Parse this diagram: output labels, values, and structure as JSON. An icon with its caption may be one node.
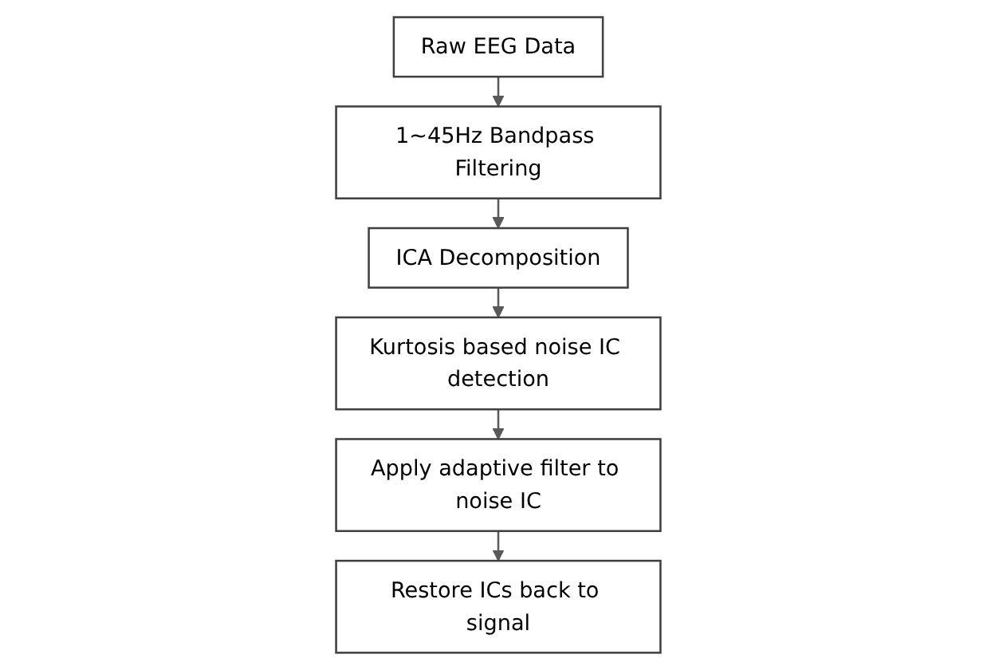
{
  "diagram": {
    "nodes": [
      {
        "text": [
          "Raw EEG Data"
        ]
      },
      {
        "text": [
          "1~45Hz Bandpass Filtering"
        ]
      },
      {
        "text": [
          "ICA Decomposition"
        ]
      },
      {
        "text": [
          "Kurtosis based noise IC detection"
        ]
      },
      {
        "text": [
          "Apply adaptive filter to noise IC"
        ]
      },
      {
        "text": [
          "Restore ICs back to signal"
        ]
      }
    ],
    "edges": [
      {
        "from": 0,
        "to": 1,
        "arrow": "to"
      },
      {
        "from": 1,
        "to": 2,
        "arrow": "to"
      },
      {
        "from": 2,
        "to": 3,
        "arrow": "to"
      },
      {
        "from": 3,
        "to": 4,
        "arrow": "to"
      },
      {
        "from": 4,
        "to": 5,
        "arrow": "to"
      }
    ]
  }
}
